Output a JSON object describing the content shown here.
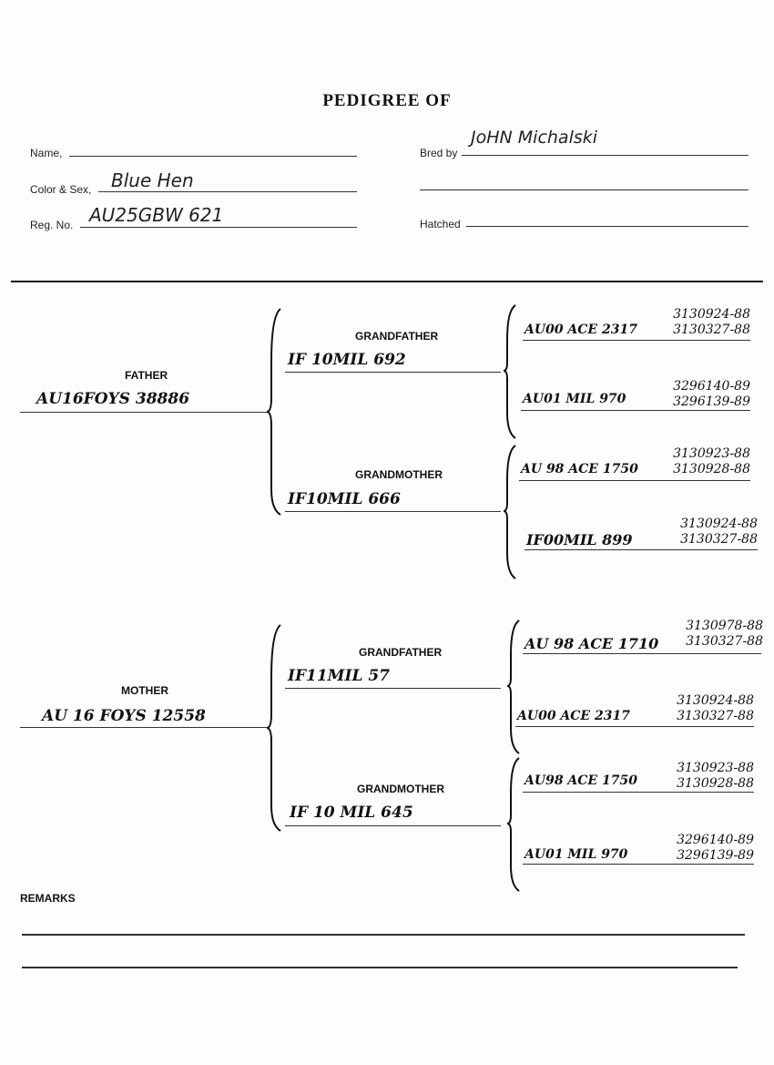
{
  "header": {
    "title": "PEDIGREE OF",
    "name_label": "Name,",
    "name_value": "",
    "color_sex_label": "Color & Sex,",
    "color_sex_value": "Blue Hen",
    "reg_no_label": "Reg. No.",
    "reg_no_value": "AU25GBW 621",
    "bred_by_label": "Bred by",
    "bred_by_value": "JoHN Michalski",
    "hatched_label": "Hatched",
    "hatched_value": ""
  },
  "father": {
    "label": "FATHER",
    "value": "AU16FOYS 38886",
    "grandfather": {
      "label": "GRANDFATHER",
      "value": "IF 10MIL 692",
      "ggf": {
        "value": "AU00 ACE 2317",
        "num1": "3130924-88",
        "num2": "3130327-88"
      },
      "ggm": {
        "value": "AU01 MIL 970",
        "num1": "3296140-89",
        "num2": "3296139-89"
      }
    },
    "grandmother": {
      "label": "GRANDMOTHER",
      "value": "IF10MIL 666",
      "ggf": {
        "value": "AU 98 ACE 1750",
        "num1": "3130923-88",
        "num2": "3130928-88"
      },
      "ggm": {
        "value": "IF00MIL 899",
        "num1": "3130924-88",
        "num2": "3130327-88"
      }
    }
  },
  "mother": {
    "label": "MOTHER",
    "value": "AU 16 FOYS 12558",
    "grandfather": {
      "label": "GRANDFATHER",
      "value": "IF11MIL 57",
      "ggf": {
        "value": "AU 98 ACE 1710",
        "num1": "3130978-88",
        "num2": "3130327-88"
      },
      "ggm": {
        "value": "AU00 ACE 2317",
        "num1": "3130924-88",
        "num2": "3130327-88"
      }
    },
    "grandmother": {
      "label": "GRANDMOTHER",
      "value": "IF 10 MIL 645",
      "ggf": {
        "value": "AU98 ACE 1750",
        "num1": "3130923-88",
        "num2": "3130928-88"
      },
      "ggm": {
        "value": "AU01 MIL 970",
        "num1": "3296140-89",
        "num2": "3296139-89"
      }
    }
  },
  "remarks": {
    "label": "REMARKS",
    "line1": "",
    "line2": ""
  }
}
